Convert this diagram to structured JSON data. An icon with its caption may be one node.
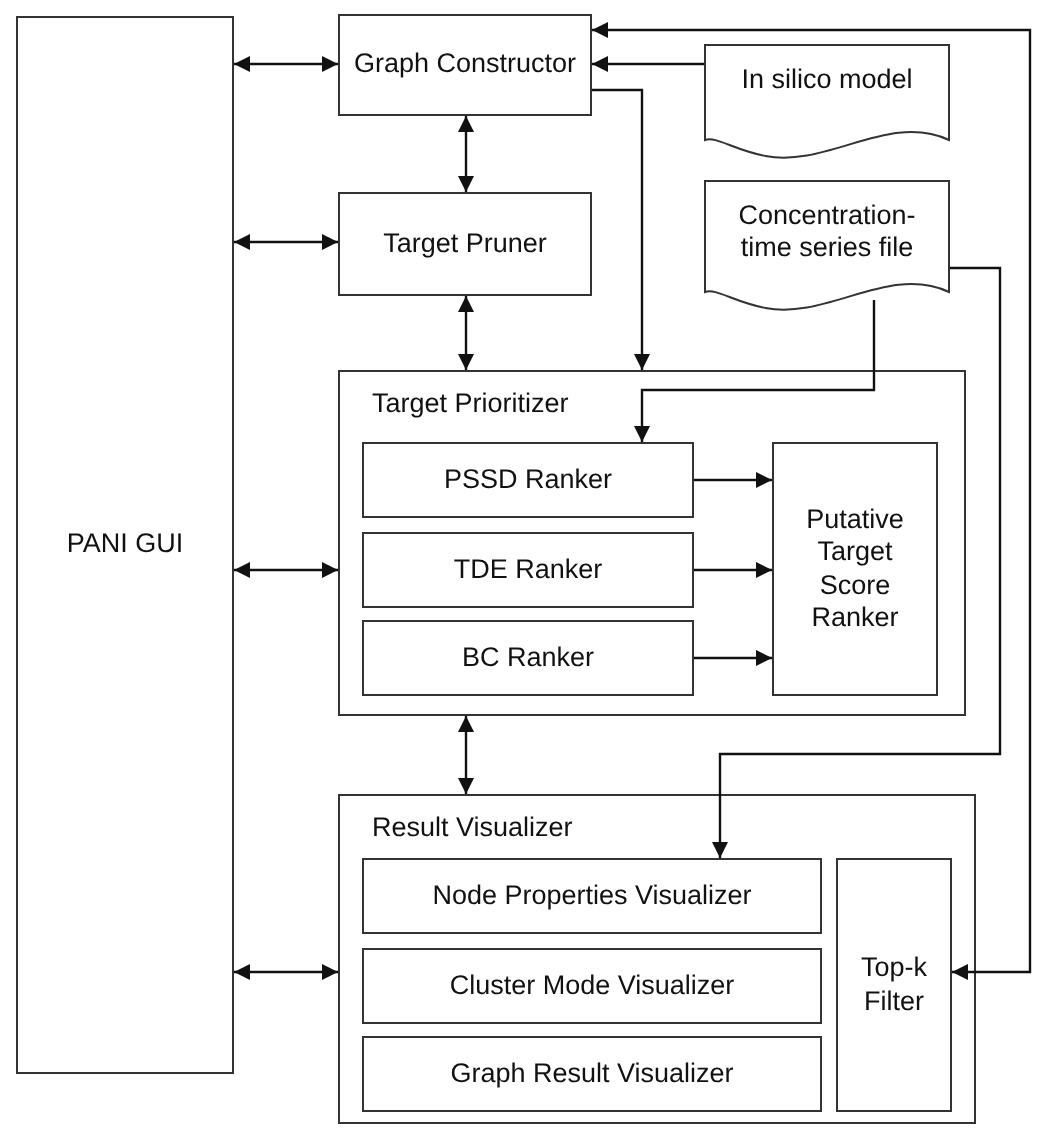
{
  "diagram": {
    "nodes": [
      {
        "text": [
          "PANI GUI"
        ]
      },
      {
        "text": [
          "Graph Constructor"
        ]
      },
      {
        "text": [
          "In silico model"
        ]
      },
      {
        "text": [
          "Target Pruner"
        ]
      },
      {
        "text": [
          "Concentration-time series file"
        ]
      },
      {
        "text": [
          "Target Prioritizer"
        ]
      },
      {
        "text": [
          "PSSD Ranker"
        ],
        "in": 5
      },
      {
        "text": [
          "TDE Ranker"
        ],
        "in": 5
      },
      {
        "text": [
          "BC Ranker"
        ],
        "in": 5
      },
      {
        "text": [
          "Putative Target Score Ranker"
        ],
        "in": 5
      },
      {
        "text": [
          "Result Visualizer"
        ]
      },
      {
        "text": [
          "Node Properties Visualizer"
        ],
        "in": 10
      },
      {
        "text": [
          "Cluster Mode Visualizer"
        ],
        "in": 10
      },
      {
        "text": [
          "Graph Result Visualizer"
        ],
        "in": 10
      },
      {
        "text": [
          "Top-k Filter"
        ],
        "in": 10
      }
    ],
    "edges": [
      {
        "from": 0,
        "to": 1,
        "arrow": "both"
      },
      {
        "from": 0,
        "to": 3,
        "arrow": "both"
      },
      {
        "from": 1,
        "to": 3,
        "arrow": "both"
      },
      {
        "from": 3,
        "to": 5,
        "arrow": "both"
      },
      {
        "from": 1,
        "to": 5,
        "arrow": "to"
      },
      {
        "from": 2,
        "to": 1,
        "arrow": "to"
      },
      {
        "from": 1,
        "to": 14,
        "arrow": "both"
      },
      {
        "from": 4,
        "to": 6,
        "arrow": "to"
      },
      {
        "from": 6,
        "to": 9,
        "arrow": "to"
      },
      {
        "from": 7,
        "to": 9,
        "arrow": "to"
      },
      {
        "from": 8,
        "to": 9,
        "arrow": "to"
      },
      {
        "from": 5,
        "to": 10,
        "arrow": "both"
      },
      {
        "from": 0,
        "to": 5,
        "arrow": "both"
      },
      {
        "from": 4,
        "to": 11,
        "arrow": "to"
      },
      {
        "from": 0,
        "to": 10,
        "arrow": "both"
      }
    ]
  }
}
